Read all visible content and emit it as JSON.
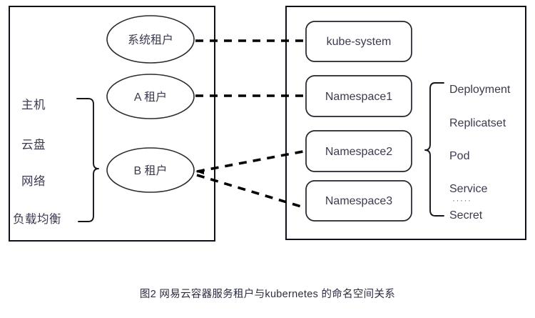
{
  "diagram": {
    "caption": "图2 网易云容器服务租户与kubernetes 的命名空间关系",
    "left_panel": {
      "name": "tenant-panel",
      "resource_list": {
        "brace": "left-curly-brace",
        "items": [
          {
            "label": "主机"
          },
          {
            "label": "云盘"
          },
          {
            "label": "网络"
          },
          {
            "label": "负载均衡"
          }
        ]
      },
      "tenants": [
        {
          "id": "system-tenant",
          "label": "系统租户"
        },
        {
          "id": "tenant-a",
          "label": "A  租户"
        },
        {
          "id": "tenant-b",
          "label": "B 租户"
        }
      ]
    },
    "right_panel": {
      "name": "kubernetes-panel",
      "namespaces": [
        {
          "id": "kube-system",
          "label": "kube-system"
        },
        {
          "id": "namespace1",
          "label": "Namespace1"
        },
        {
          "id": "namespace2",
          "label": "Namespace2"
        },
        {
          "id": "namespace3",
          "label": "Namespace3"
        }
      ],
      "resources": {
        "brace": "right-curly-brace",
        "items": [
          {
            "label": "Deployment"
          },
          {
            "label": "Replicatset"
          },
          {
            "label": "Pod"
          },
          {
            "label": "Service"
          },
          {
            "label": "·····"
          },
          {
            "label": "Secret"
          }
        ]
      }
    },
    "links": [
      {
        "from": "system-tenant",
        "to": "kube-system",
        "style": "dashed"
      },
      {
        "from": "tenant-a",
        "to": "namespace1",
        "style": "dashed"
      },
      {
        "from": "tenant-b",
        "to": "namespace2",
        "style": "dashed"
      },
      {
        "from": "tenant-b",
        "to": "namespace3",
        "style": "dashed"
      }
    ]
  },
  "colors": {
    "stroke": "#101018",
    "text": "#3b3b4f",
    "background": "#ffffff"
  }
}
